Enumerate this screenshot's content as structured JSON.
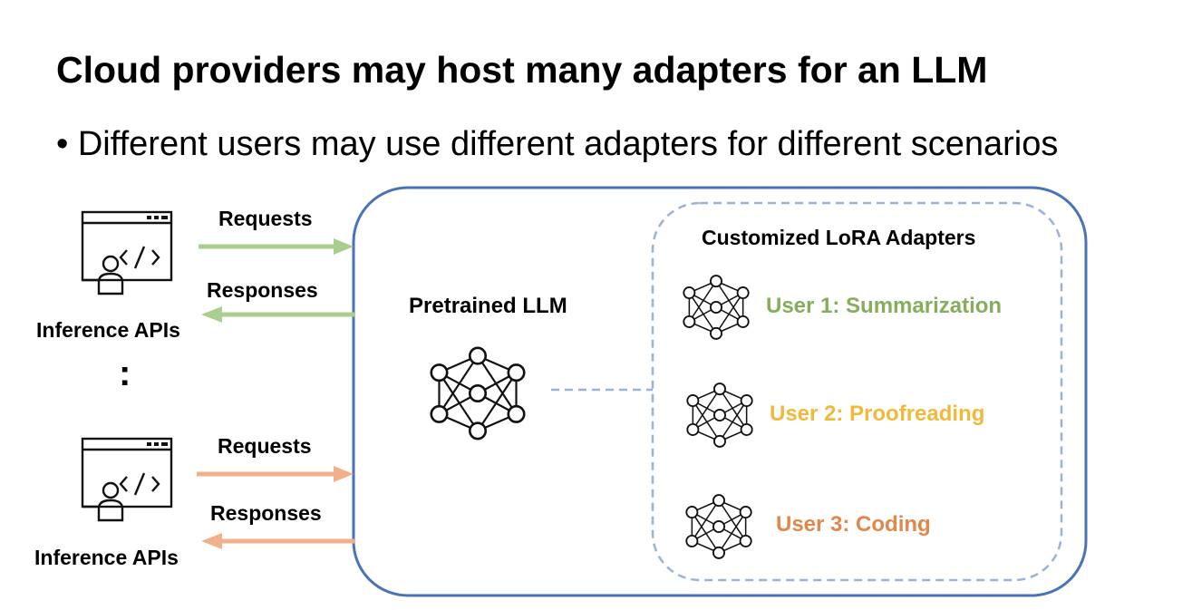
{
  "title": "Cloud providers may host many adapters for an LLM",
  "bullet": "• Different users may use different adapters for different scenarios",
  "clients": [
    {
      "requests_label": "Requests",
      "responses_label": "Responses",
      "caption": "Inference APIs"
    },
    {
      "requests_label": "Requests",
      "responses_label": "Responses",
      "caption": "Inference APIs"
    }
  ],
  "ellipsis": ":",
  "server": {
    "model_label": "Pretrained LLM",
    "adapters_title": "Customized LoRA Adapters",
    "adapters": [
      {
        "label": "User 1: Summarization",
        "color": "#84ad5c"
      },
      {
        "label": "User 2: Proofreading",
        "color": "#f0b93b"
      },
      {
        "label": "User 3: Coding",
        "color": "#e0874d"
      }
    ]
  },
  "colors": {
    "server_border": "#4a72b8",
    "adapter_border": "#9ab2db",
    "arrow_top": "#a9cf8e",
    "arrow_bottom": "#f0b18a"
  }
}
